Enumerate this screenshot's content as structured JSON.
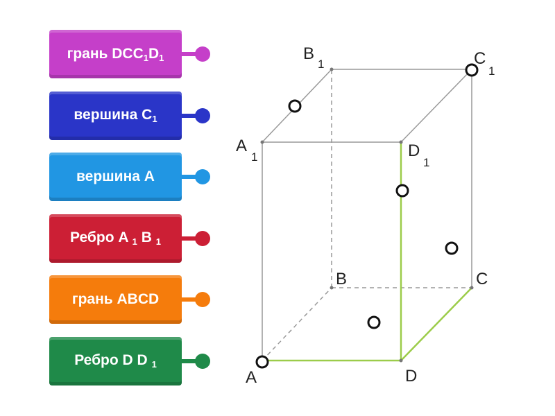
{
  "cards": [
    {
      "main": "грань DCC",
      "s1": "1",
      "mid": "D",
      "s2": "1",
      "color": "#c53fc9"
    },
    {
      "main": "вершина C",
      "s1": "1",
      "mid": "",
      "s2": "",
      "color": "#2a35c8"
    },
    {
      "main": "вершина A",
      "s1": "",
      "mid": "",
      "s2": "",
      "color": "#2196e3"
    },
    {
      "main": "Ребро A ",
      "s1": "1",
      "mid": " B ",
      "s2": "1",
      "color": "#cc1f35"
    },
    {
      "main": "грань ABCD",
      "s1": "",
      "mid": "",
      "s2": "",
      "color": "#f57c0c"
    },
    {
      "main": "Ребро D D ",
      "s1": "1",
      "mid": "",
      "s2": "",
      "color": "#1f8a49"
    }
  ],
  "vertices": {
    "A": "A",
    "B": "B",
    "C": "C",
    "D": "D",
    "A1": "A",
    "B1": "B",
    "C1": "C",
    "D1": "D",
    "sub": "1"
  },
  "colors": {
    "edge": "#999999",
    "highlight": "#9ccc4a"
  }
}
